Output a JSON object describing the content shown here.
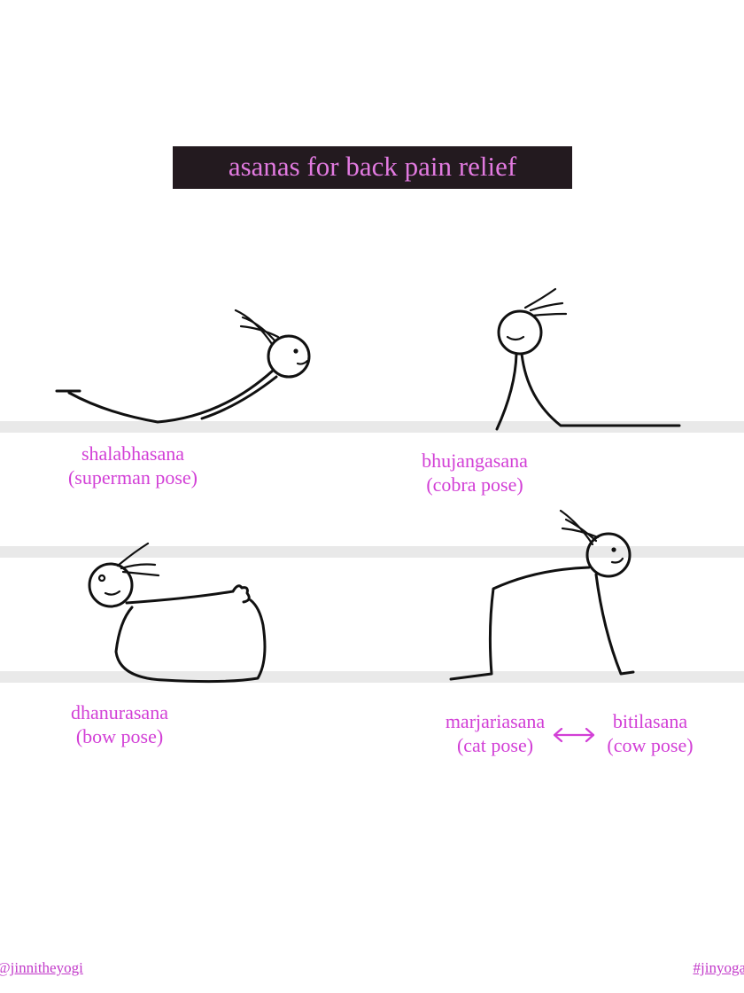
{
  "title": "asanas for back pain relief",
  "colors": {
    "accent": "#d23fd6",
    "title_text": "#e27ae0",
    "title_background": "#231a1f",
    "floor": "#e9e9e9"
  },
  "poses": [
    {
      "name": "shalabhasana",
      "english": "(superman pose)"
    },
    {
      "name": "bhujangasana",
      "english": "(cobra pose)"
    },
    {
      "name": "dhanurasana",
      "english": "(bow pose)"
    },
    {
      "name": "marjariasana",
      "english": "(cat pose)"
    },
    {
      "name": "bitilasana",
      "english": "(cow pose)"
    }
  ],
  "footer": {
    "handle": "@jinnitheyogi",
    "hashtag": "#jinyoga"
  }
}
